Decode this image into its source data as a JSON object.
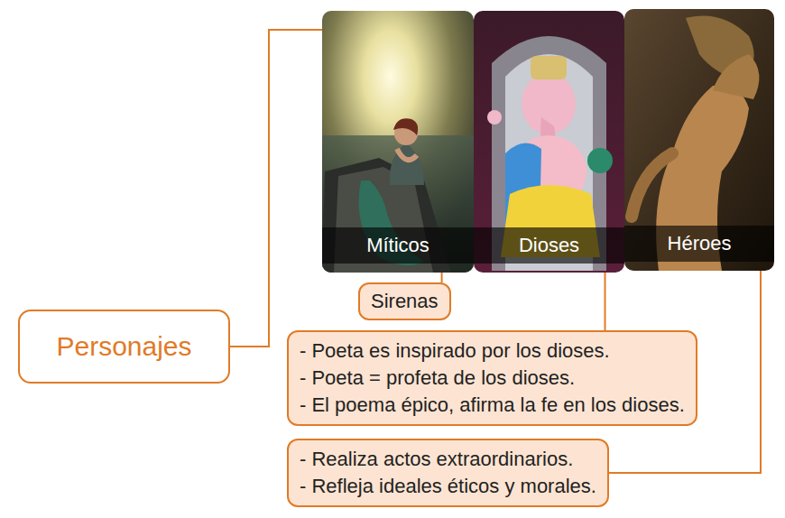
{
  "diagram": {
    "nodes": [
      {
        "text": [
          "Personajes"
        ]
      },
      {
        "text": [
          "Míticos"
        ]
      },
      {
        "text": [
          "Dioses"
        ]
      },
      {
        "text": [
          "Héroes"
        ]
      },
      {
        "text": [
          "Sirenas"
        ]
      },
      {
        "text": [
          "- Poeta es inspirado por los dioses.",
          "- Poeta = profeta de los dioses.",
          "- El poema épico, afirma la fe en los dioses."
        ]
      },
      {
        "text": [
          "- Realiza actos extraordinarios.",
          "- Refleja ideales éticos y morales."
        ]
      }
    ],
    "edges": [
      {
        "from": 0,
        "to": 1,
        "arrow": "none"
      },
      {
        "from": 1,
        "to": 4,
        "arrow": "none"
      },
      {
        "from": 2,
        "to": 5,
        "arrow": "none"
      },
      {
        "from": 3,
        "to": 6,
        "arrow": "none"
      }
    ]
  }
}
